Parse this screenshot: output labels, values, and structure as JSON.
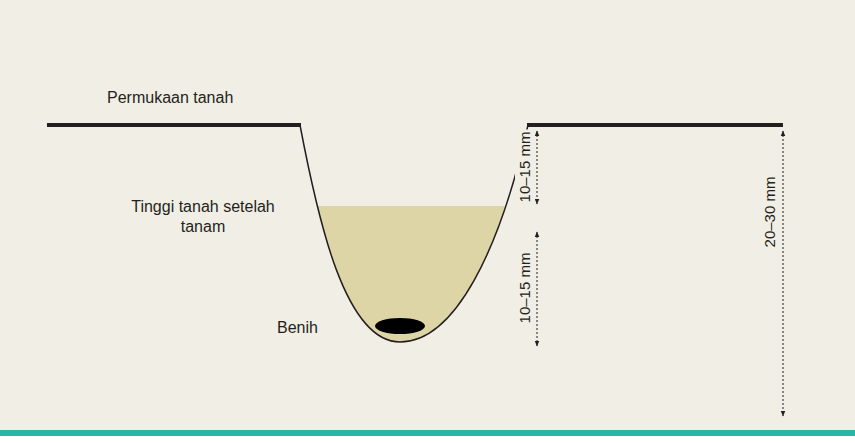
{
  "diagram": {
    "labels": [
      "Permukaan tanah",
      "Tinggi tanah setelah tanam",
      "Benih",
      "10–15 mm",
      "10–15 mm",
      "20–30 mm"
    ]
  }
}
